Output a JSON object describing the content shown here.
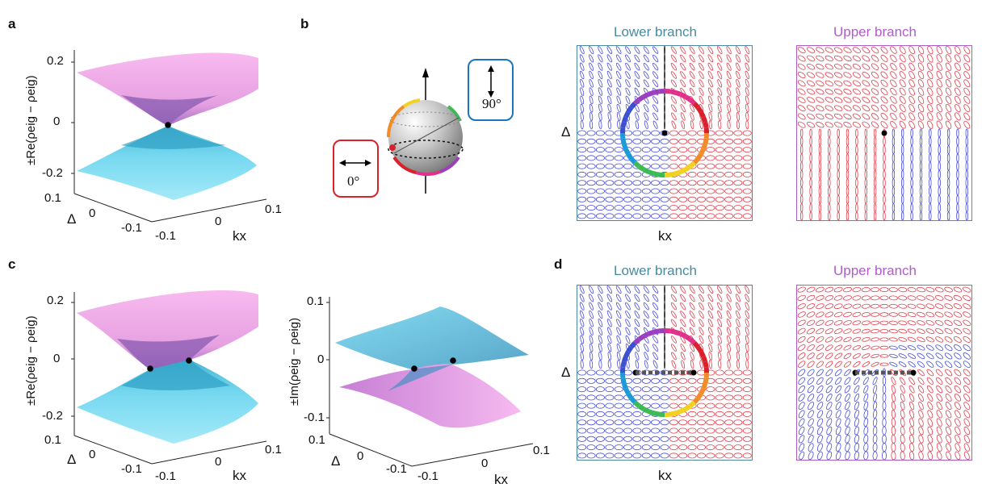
{
  "panels": {
    "a": {
      "label": "a",
      "zlabel": "±Re(ρeig − ρeig)",
      "zticks": [
        "0.2",
        "0",
        "-0.2"
      ],
      "delta_label": "Δ",
      "delta_ticks": [
        "0.1",
        "0",
        "-0.1"
      ],
      "kx_label": "kx",
      "kx_ticks": [
        "-0.1",
        "0",
        "0.1"
      ]
    },
    "b": {
      "label": "b",
      "pol_h": "0°",
      "pol_v": "90°"
    },
    "c": {
      "label": "c",
      "zlabel_re": "±Re(ρeig − ρeig)",
      "zlabel_im": "±Im(ρeig − ρeig)",
      "zticks_re": [
        "0.2",
        "0",
        "-0.2"
      ],
      "zticks_im": [
        "0.1",
        "0",
        "-0.1"
      ],
      "delta_label": "Δ",
      "delta_ticks": [
        "0.1",
        "0",
        "-0.1"
      ],
      "kx_label": "kx",
      "kx_ticks": [
        "-0.1",
        "0",
        "0.1"
      ]
    },
    "d": {
      "label": "d"
    }
  },
  "field_panels": {
    "lower_title": "Lower branch",
    "upper_title": "Upper branch",
    "delta_label": "Δ",
    "kx_label": "kx"
  },
  "colors": {
    "lower_title": "#4a8aa0",
    "upper_title": "#b05cc8",
    "surface_pink": "#f4a3e8",
    "surface_cyan": "#7ad8f0",
    "red_ellipse": "#e4414f",
    "blue_ellipse": "#4b4fe0",
    "box_red": "#d8212b",
    "box_blue": "#1a75bb"
  }
}
